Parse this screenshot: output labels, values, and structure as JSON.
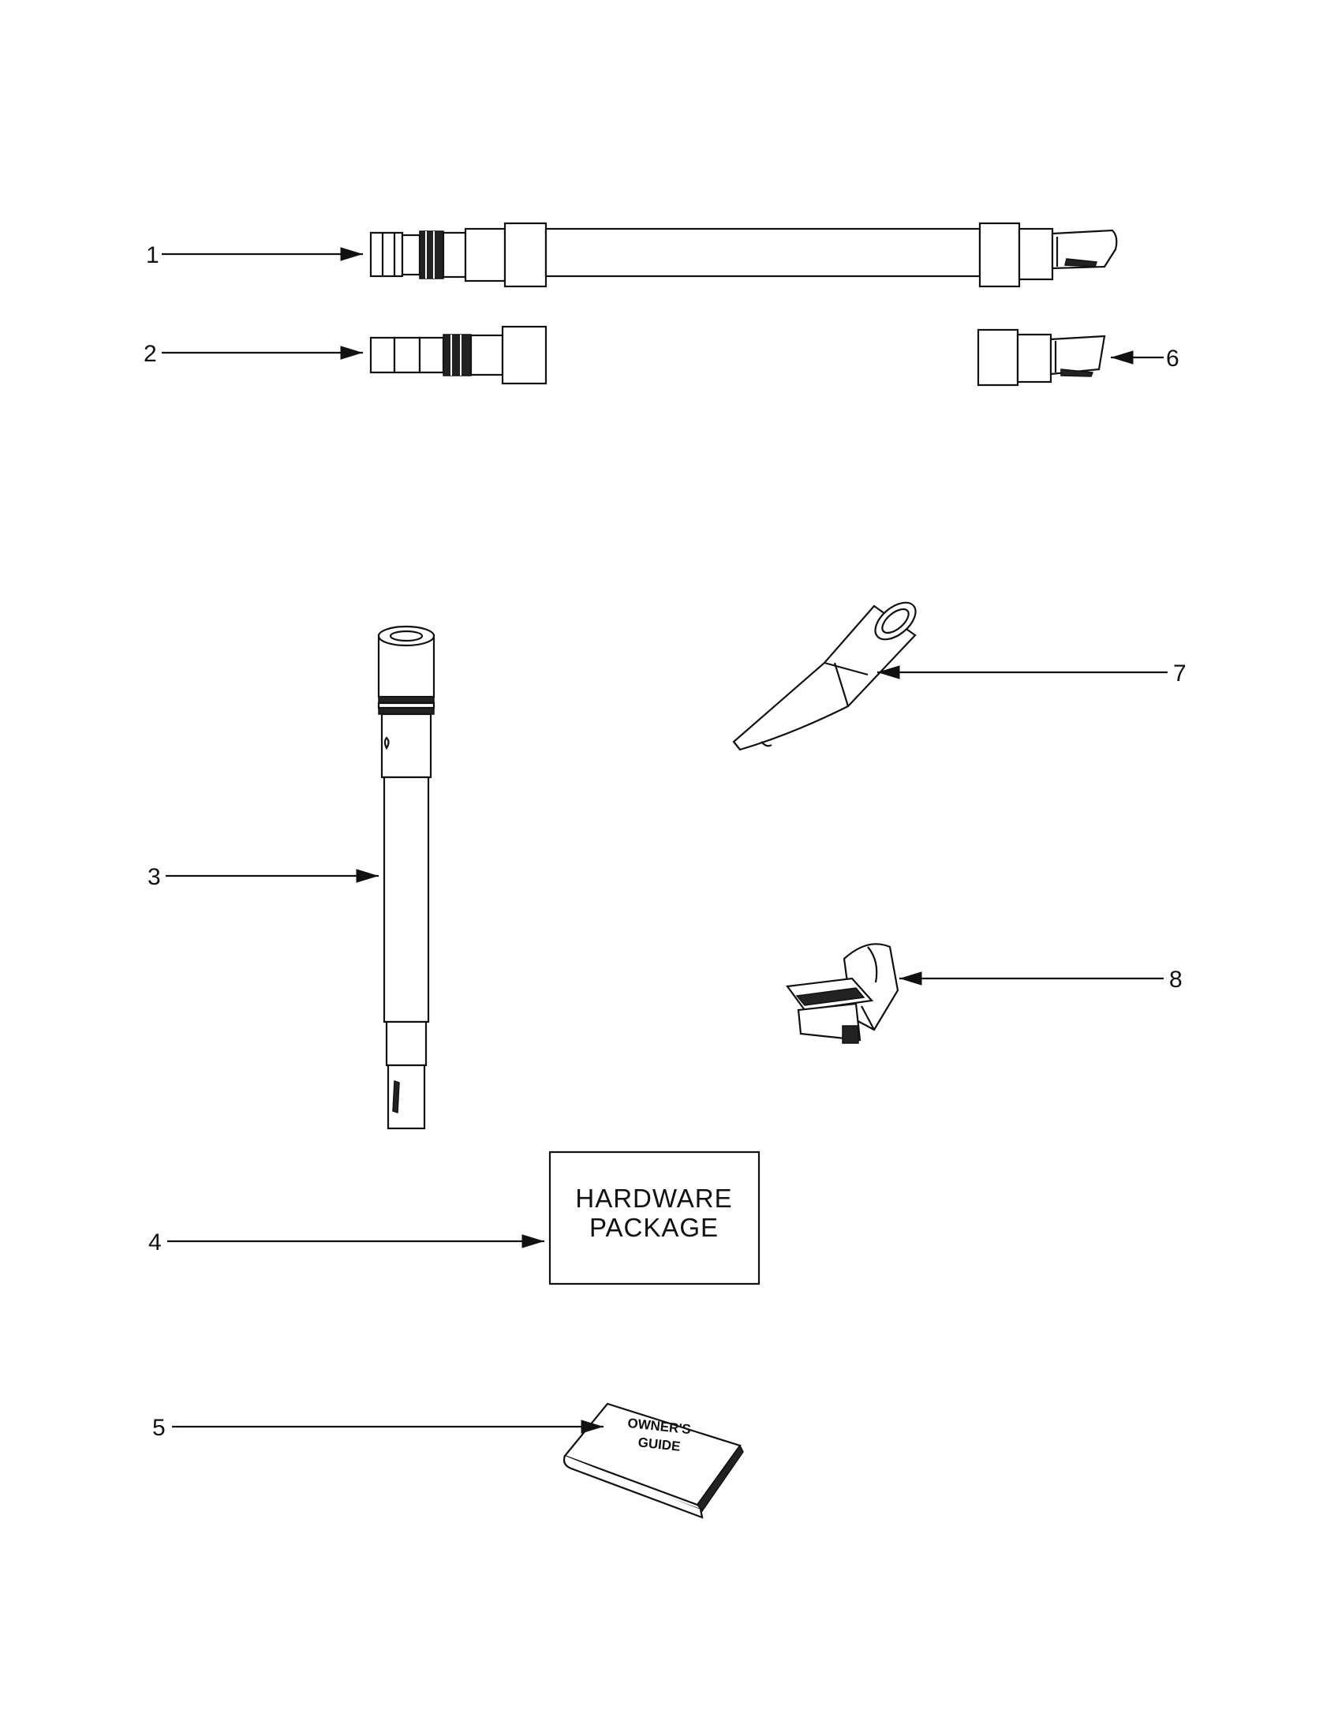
{
  "callouts": {
    "c1": "1",
    "c2": "2",
    "c3": "3",
    "c4": "4",
    "c5": "5",
    "c6": "6",
    "c7": "7",
    "c8": "8"
  },
  "hardware_package": {
    "line1": "HARDWARE",
    "line2": "PACKAGE"
  },
  "owners_guide": {
    "line1": "OWNER'S",
    "line2": "GUIDE"
  },
  "icons": {
    "part1": "hose-assembly-icon",
    "part2": "hose-cuff-icon",
    "part3": "wand-icon",
    "part4": "hardware-package-icon",
    "part5": "owners-guide-book-icon",
    "part6": "hose-end-icon",
    "part7": "crevice-tool-icon",
    "part8": "dusting-brush-icon"
  },
  "colors": {
    "line": "#111111",
    "background": "#ffffff"
  }
}
